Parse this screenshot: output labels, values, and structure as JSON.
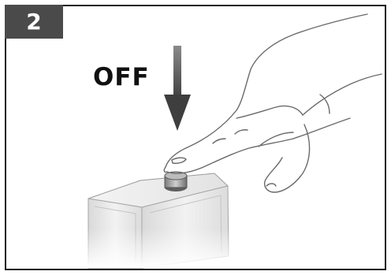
{
  "step": {
    "number": "2"
  },
  "label": {
    "text": "OFF"
  },
  "colors": {
    "frame_border": "#1a1a1a",
    "badge_background": "#4a4a4a",
    "badge_text": "#ffffff",
    "arrow": "#555555",
    "label_text": "#111111"
  },
  "icons": {
    "arrow": "down-arrow-icon",
    "hand": "pointing-hand-illustration",
    "button": "push-button-illustration",
    "device": "device-box-illustration"
  }
}
